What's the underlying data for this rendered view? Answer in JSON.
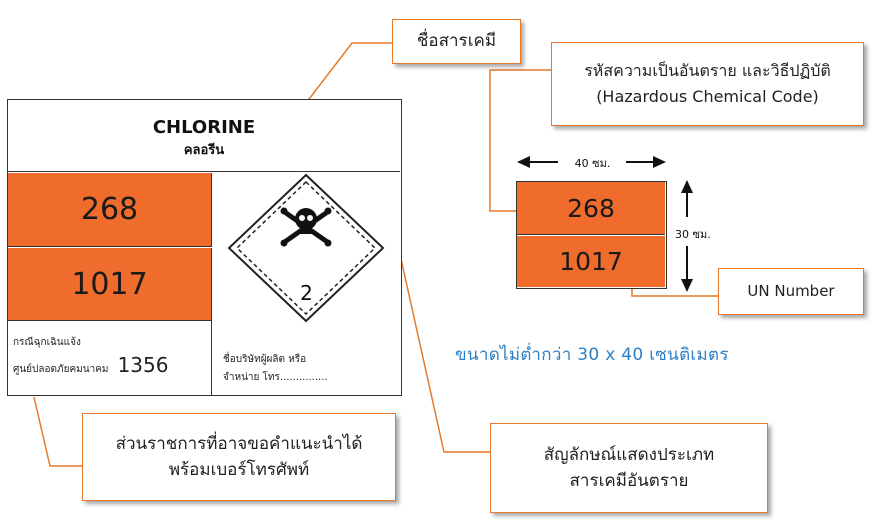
{
  "callouts": {
    "chemical_name": "ชื่อสารเคมี",
    "code_title": "รหัสความเป็นอันตราย และวิธีปฏิบัติ",
    "code_subtitle": "(Hazardous Chemical Code)",
    "un_number": "UN Number",
    "agency_line1": "ส่วนราชการที่อาจขอคำแนะนำได้",
    "agency_line2": "พร้อมเบอร์โทรศัพท์",
    "symbol_line1": "สัญลักษณ์แสดงประเภท",
    "symbol_line2": "สารเคมีอันตราย"
  },
  "label": {
    "name_en": "CHLORINE",
    "name_th": "คลอรีน",
    "hazard_code": "268",
    "un_number": "1017",
    "emergency_line1": "กรณีฉุกเฉินแจ้ง",
    "emergency_line2": "ศูนย์ปลอดภัยคมนาคม",
    "emergency_phone": "1356",
    "company_line1": "ชื่อบริษัทผู้ผลิต หรือ",
    "company_line2": "จำหน่าย  โทร...............",
    "hazard_class": "2"
  },
  "plate": {
    "hazard_code": "268",
    "un_number": "1017",
    "width_label": "40 ซม.",
    "height_label": "30 ซม."
  },
  "size_note": "ขนาดไม่ต่ำกว่า 30 x 40 เซนติเมตร",
  "colors": {
    "orange_panel": "#ef6c2c",
    "callout_border": "#e8782a",
    "size_note_text": "#2f7fc4"
  }
}
